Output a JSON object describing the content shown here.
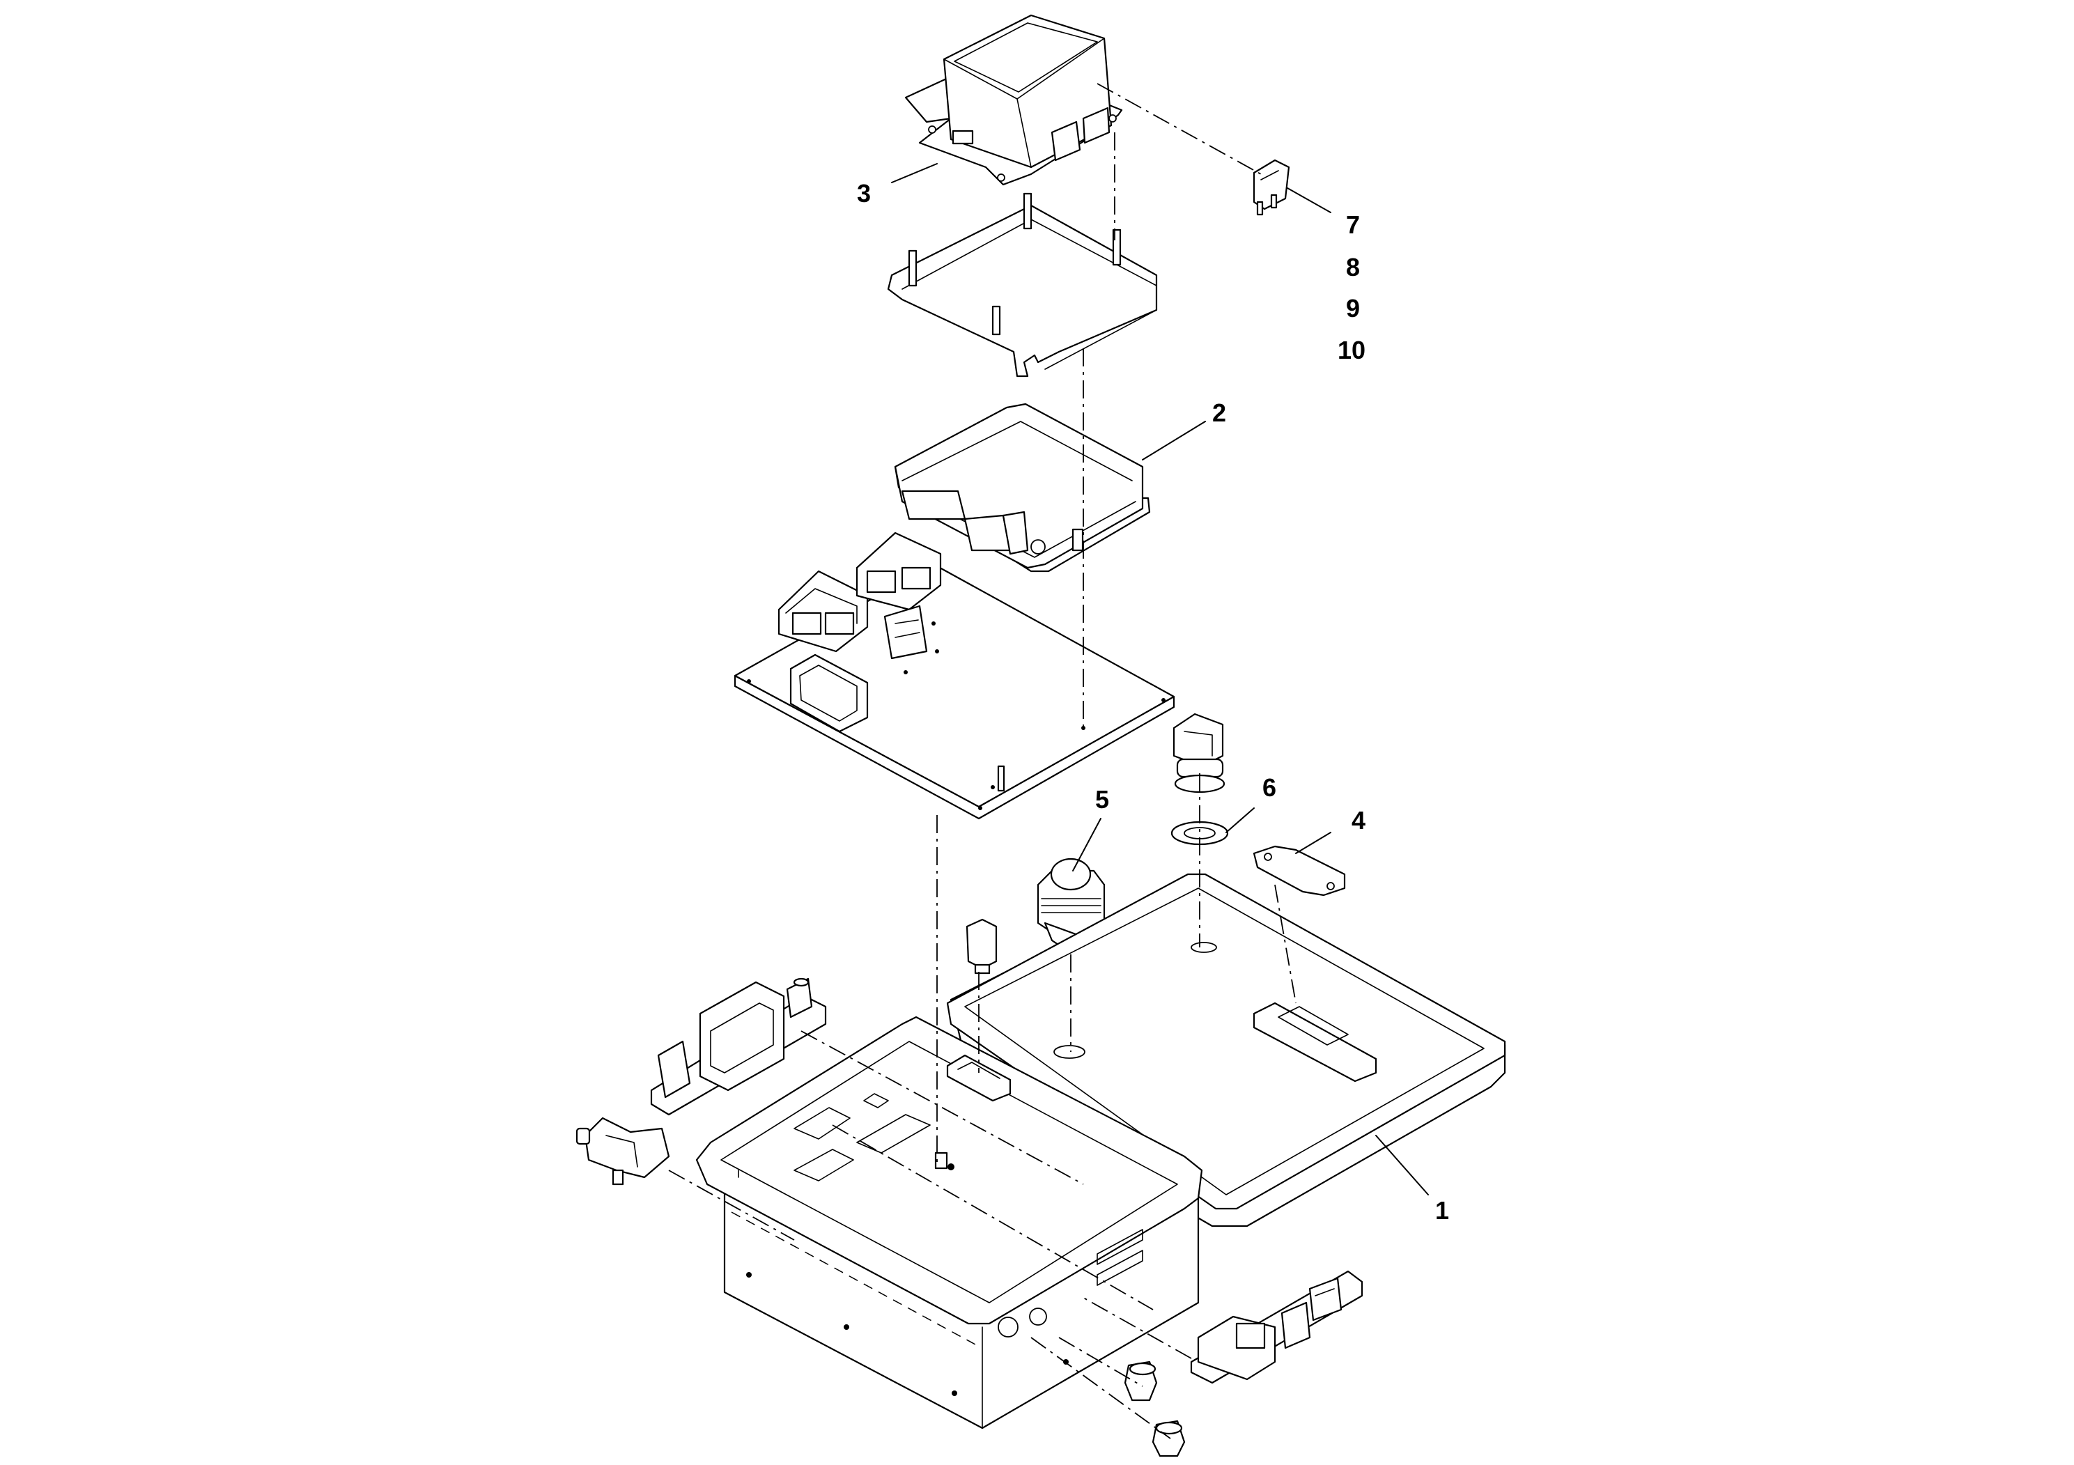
{
  "callouts": {
    "part_1": "1",
    "part_2": "2",
    "part_3": "3",
    "part_4": "4",
    "part_5": "5",
    "part_6": "6",
    "part_7": "7",
    "part_8": "8",
    "part_9": "9",
    "part_10": "10"
  }
}
